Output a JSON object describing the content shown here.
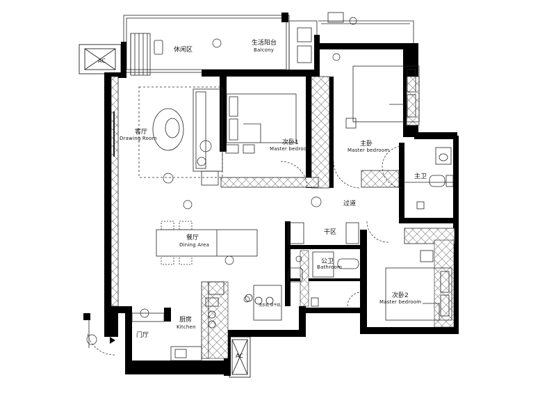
{
  "rooms": {
    "leisure": {
      "cn": "休闲区"
    },
    "balcony": {
      "cn": "生活阳台",
      "en": "Balcony"
    },
    "living": {
      "cn": "客厅",
      "en": "Drawing Room"
    },
    "second_bedroom_1": {
      "cn": "次卧1",
      "en": "Master bedroom"
    },
    "master_bedroom": {
      "cn": "主卧",
      "en": "Master bedroom"
    },
    "master_bath": {
      "cn": "主卫"
    },
    "corridor": {
      "cn": "过道"
    },
    "dry_area": {
      "cn": "干区"
    },
    "dining": {
      "cn": "餐厅",
      "en": "Dining Area"
    },
    "public_bath": {
      "cn": "公卫",
      "en": "Bathroom"
    },
    "second_bedroom_2": {
      "cn": "次卧2",
      "en": "Master bedroom"
    },
    "kitchen": {
      "cn": "厨房",
      "en": "Kitchen"
    },
    "entrance": {
      "cn": "门厅"
    }
  },
  "ac_units": {
    "top_left": "AC",
    "bottom": "AC"
  },
  "small_note": "洗衣机 烘干机",
  "colors": {
    "wall": "#000000",
    "line": "#222222",
    "paper": "#ffffff"
  }
}
